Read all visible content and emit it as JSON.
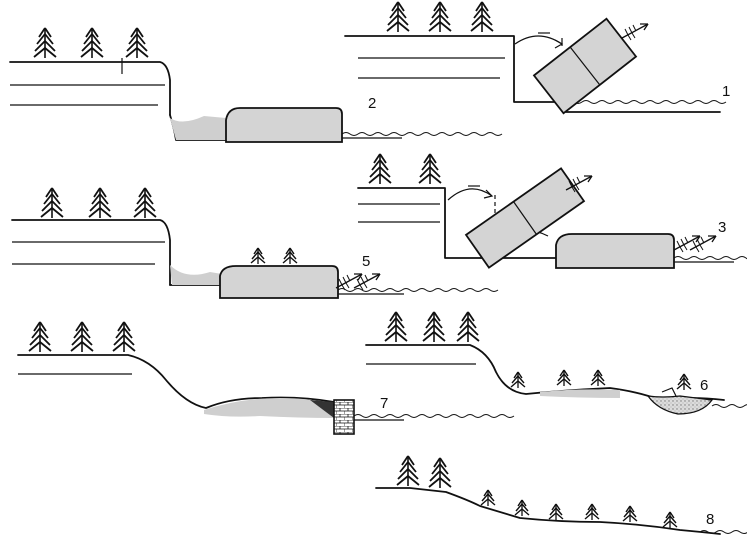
{
  "panels": [
    {
      "id": "panel-1",
      "label": "1"
    },
    {
      "id": "panel-2",
      "label": "2"
    },
    {
      "id": "panel-3",
      "label": "3"
    },
    {
      "id": "panel-5",
      "label": "5"
    },
    {
      "id": "panel-6",
      "label": "6"
    },
    {
      "id": "panel-7",
      "label": "7"
    },
    {
      "id": "panel-8",
      "label": "8"
    }
  ],
  "icons": {
    "tree": "conifer-tree-icon",
    "arrow": "feathered-arrow-icon",
    "water": "water-wave-icon",
    "dam": "brick-dam-icon"
  }
}
